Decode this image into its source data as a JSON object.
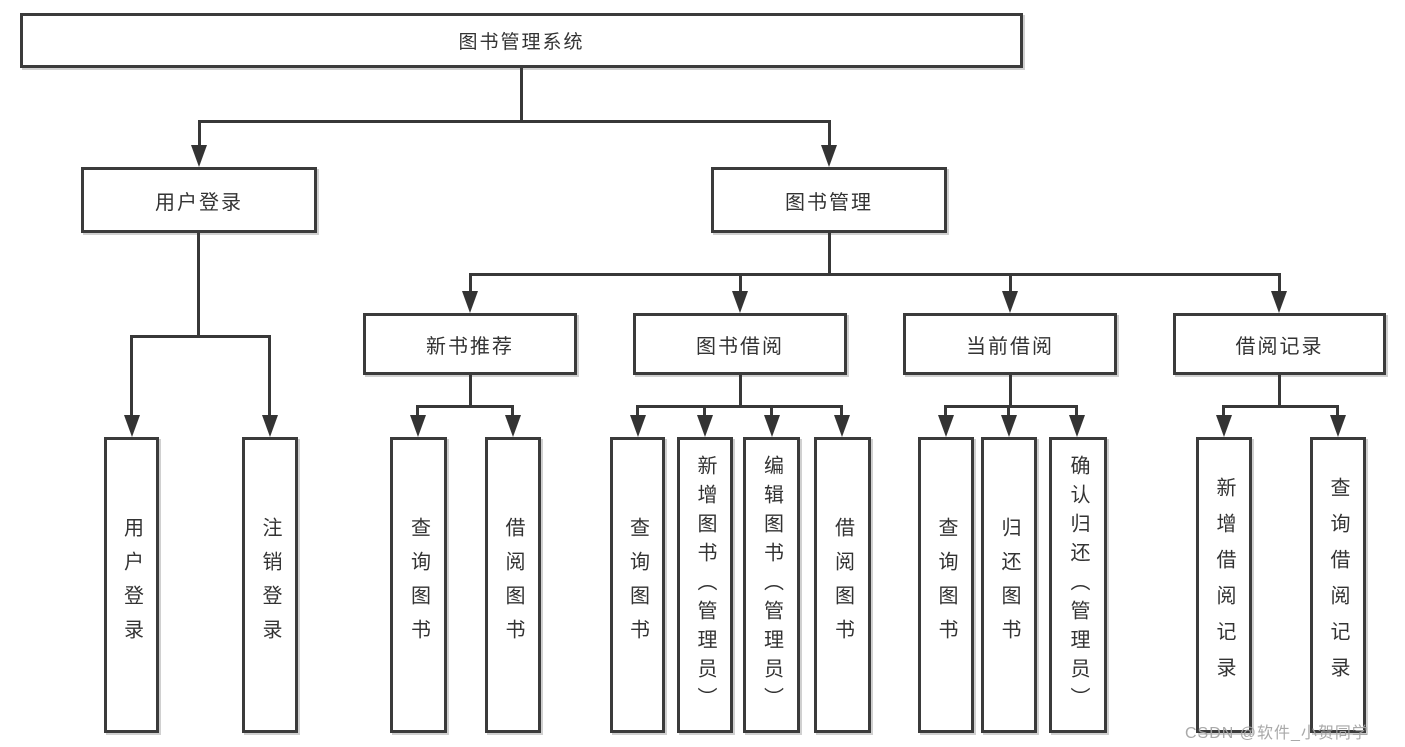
{
  "tree": {
    "root": "图书管理系统",
    "branches": [
      {
        "label": "用户登录",
        "leaves": [
          "用户登录",
          "注销登录"
        ]
      },
      {
        "label": "图书管理",
        "groups": [
          {
            "label": "新书推荐",
            "leaves": [
              "查询图书",
              "借阅图书"
            ]
          },
          {
            "label": "图书借阅",
            "leaves": [
              "查询图书",
              "新增图书（管理员）",
              "编辑图书（管理员）",
              "借阅图书"
            ]
          },
          {
            "label": "当前借阅",
            "leaves": [
              "查询图书",
              "归还图书",
              "确认归还（管理员）"
            ]
          },
          {
            "label": "借阅记录",
            "leaves": [
              "新增借阅记录",
              "查询借阅记录"
            ]
          }
        ]
      }
    ]
  },
  "watermark": {
    "text": "CSDN @软件_小贺同学"
  },
  "colors": {
    "line": "#383838",
    "border": "#3b3b3b",
    "text": "#333333",
    "watermark": "#a4a4a4",
    "background": "#ffffff"
  }
}
